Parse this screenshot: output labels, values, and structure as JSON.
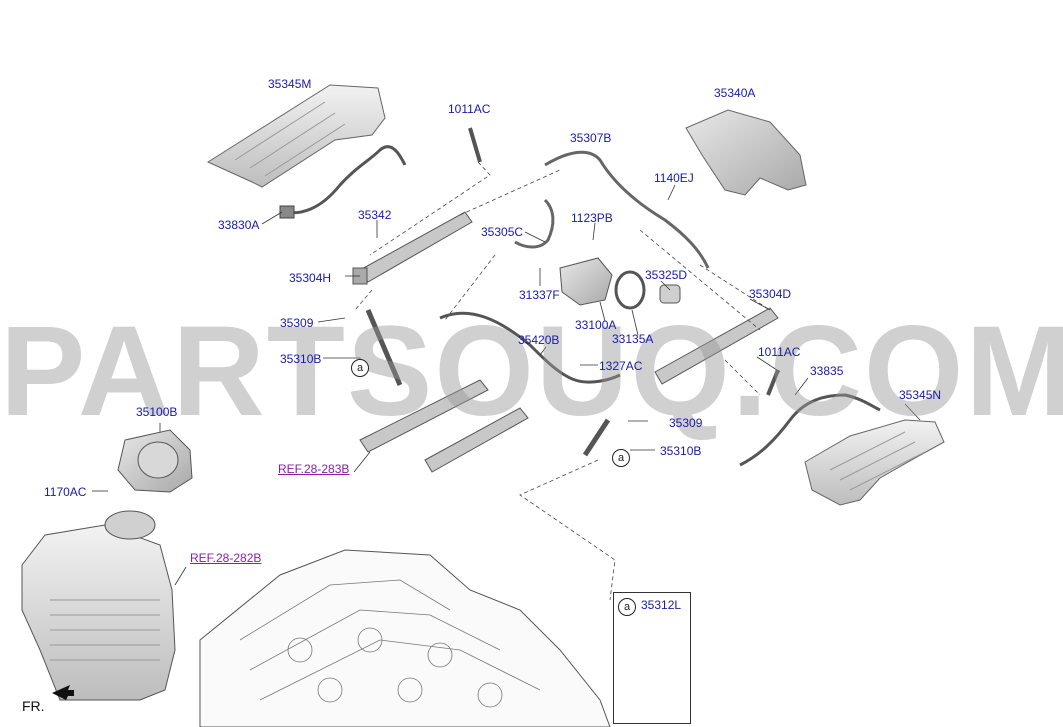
{
  "diagram": {
    "parts": [
      {
        "id": "p1",
        "label": "35345M"
      },
      {
        "id": "p2",
        "label": "1011AC"
      },
      {
        "id": "p3",
        "label": "35307B"
      },
      {
        "id": "p4",
        "label": "35340A"
      },
      {
        "id": "p5",
        "label": "1140EJ"
      },
      {
        "id": "p6",
        "label": "33830A"
      },
      {
        "id": "p7",
        "label": "35342"
      },
      {
        "id": "p8",
        "label": "1123PB"
      },
      {
        "id": "p9",
        "label": "35305C"
      },
      {
        "id": "p10",
        "label": "35325D"
      },
      {
        "id": "p11",
        "label": "35304H"
      },
      {
        "id": "p12",
        "label": "31337F"
      },
      {
        "id": "p13",
        "label": "35304D"
      },
      {
        "id": "p14",
        "label": "33100A"
      },
      {
        "id": "p15",
        "label": "33135A"
      },
      {
        "id": "p16",
        "label": "35309"
      },
      {
        "id": "p17",
        "label": "1011AC"
      },
      {
        "id": "p18",
        "label": "35420B"
      },
      {
        "id": "p19",
        "label": "35310B"
      },
      {
        "id": "p20",
        "label": "1327AC"
      },
      {
        "id": "p21",
        "label": "33835"
      },
      {
        "id": "p22",
        "label": "35345N"
      },
      {
        "id": "p23",
        "label": "35100B"
      },
      {
        "id": "p24",
        "label": "35309"
      },
      {
        "id": "p25",
        "label": "35310B"
      },
      {
        "id": "p26",
        "label": "1170AC"
      }
    ],
    "refs": [
      {
        "id": "r1",
        "label": "REF.28-283B"
      },
      {
        "id": "r2",
        "label": "REF.28-282B"
      }
    ],
    "callout_marker": "a",
    "legend_label": "35312L",
    "front_label": "FR.",
    "watermark": "PARTSOUQ.COM"
  }
}
